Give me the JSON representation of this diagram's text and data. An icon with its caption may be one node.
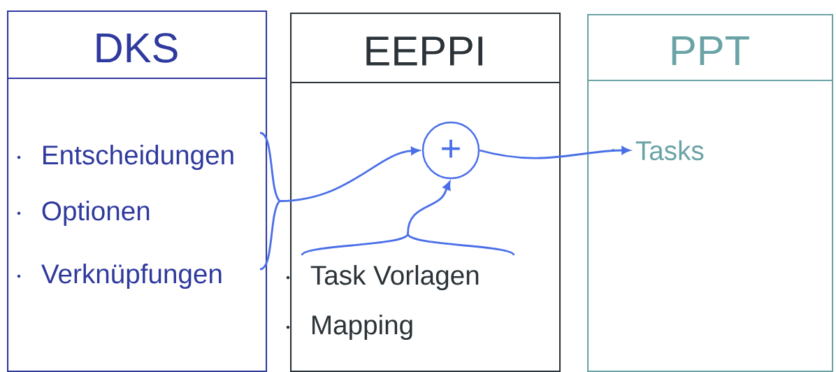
{
  "diagram": {
    "nodes": [
      {
        "text": [
          "DKS"
        ]
      },
      {
        "text": [
          "Entscheidungen"
        ],
        "in": 0
      },
      {
        "text": [
          "Optionen"
        ],
        "in": 0
      },
      {
        "text": [
          "Verknüpfungen"
        ],
        "in": 0
      },
      {
        "text": [
          "EEPPI"
        ]
      },
      {
        "text": [
          "+"
        ],
        "in": 4
      },
      {
        "text": [
          "Task Vorlagen"
        ],
        "in": 4
      },
      {
        "text": [
          "Mapping"
        ],
        "in": 4
      },
      {
        "text": [
          "PPT"
        ]
      },
      {
        "text": [
          "Tasks"
        ],
        "in": 8
      },
      {
        "text": [],
        "shape": "brace"
      },
      {
        "text": [],
        "shape": "brace",
        "in": 4
      }
    ],
    "edges": [
      {
        "from": 10,
        "to": 5,
        "arrow": "to"
      },
      {
        "from": 11,
        "to": 5,
        "arrow": "to"
      },
      {
        "from": 5,
        "to": 9,
        "arrow": "to"
      }
    ]
  }
}
